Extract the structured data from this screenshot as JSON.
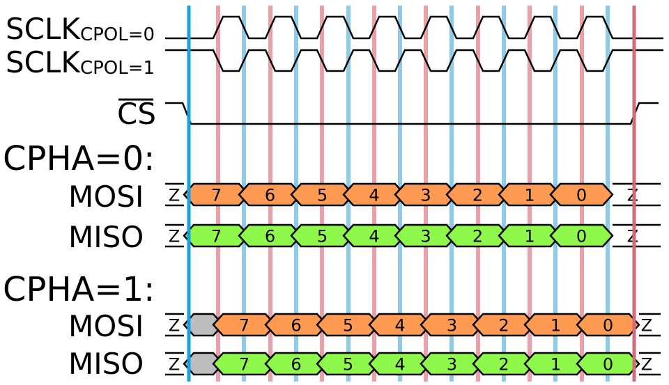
{
  "signals": {
    "sclk0": {
      "main": "SCLK",
      "sub": "CPOL=0"
    },
    "sclk1": {
      "main": "SCLK",
      "sub": "CPOL=1"
    },
    "cs": "CS"
  },
  "sections": {
    "cpha0": {
      "title": "CPHA=0:",
      "mosi": "MOSI",
      "miso": "MISO"
    },
    "cpha1": {
      "title": "CPHA=1:",
      "mosi": "MOSI",
      "miso": "MISO"
    }
  },
  "bits": [
    "7",
    "6",
    "5",
    "4",
    "3",
    "2",
    "1",
    "0"
  ],
  "hiz_label": "Z",
  "colors": {
    "cpha0_accent": "#1a9fe0",
    "cpha1_accent": "#d26b78",
    "mosi_fill": "#ff9a52",
    "miso_fill": "#8ef94a",
    "undefined_fill": "#bdbdbd",
    "blue_guide": "#8ecbe9",
    "red_guide": "#eba0a8"
  }
}
